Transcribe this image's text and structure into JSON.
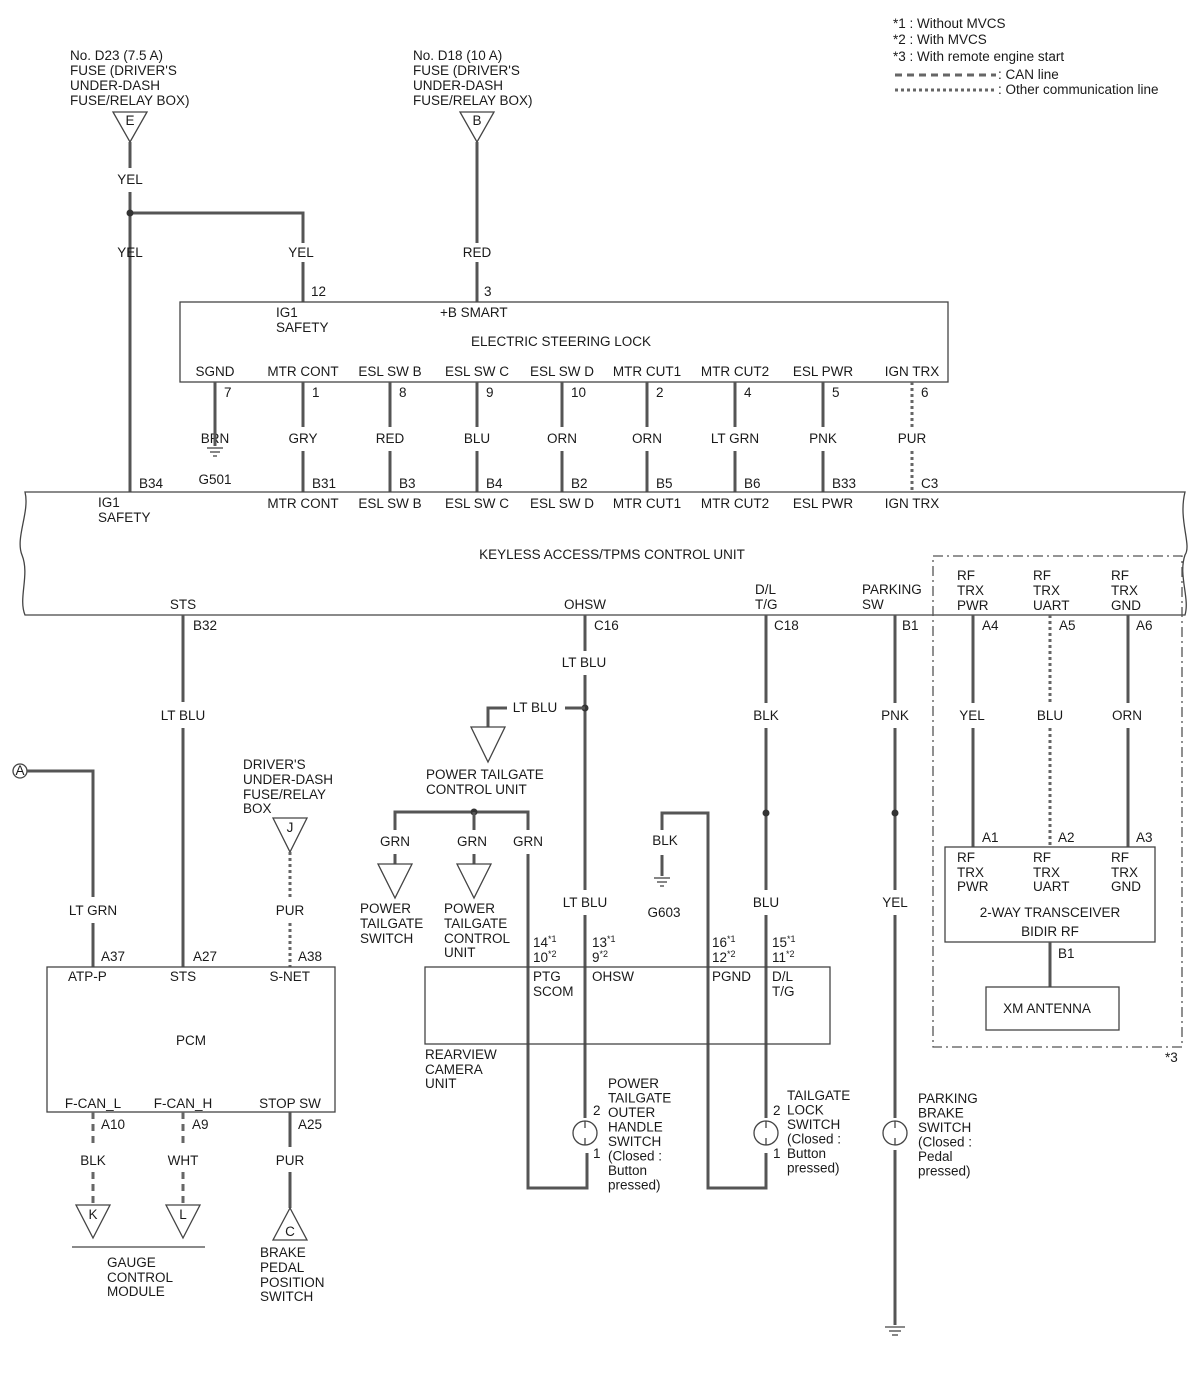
{
  "legend": {
    "note1": "*1 : Without MVCS",
    "note2": "*2 : With MVCS",
    "note3": "*3 : With remote engine start",
    "can_line": ": CAN line",
    "other_line": ": Other communication line"
  },
  "fuses": {
    "d23": [
      "No. D23 (7.5 A)",
      "FUSE (DRIVER'S",
      "UNDER-DASH",
      "FUSE/RELAY BOX)"
    ],
    "d23_conn": "E",
    "d18": [
      "No. D18 (10 A)",
      "FUSE (DRIVER'S",
      "UNDER-DASH",
      "FUSE/RELAY BOX)"
    ],
    "d18_conn": "B"
  },
  "esl": {
    "name": "ELECTRIC STEERING LOCK",
    "top_pins": [
      {
        "num": "12",
        "label": [
          "IG1",
          "SAFETY"
        ],
        "wire": "YEL"
      },
      {
        "num": "3",
        "label": [
          "+B SMART"
        ],
        "wire": "RED"
      }
    ],
    "pins": [
      {
        "label": "SGND",
        "num": "7",
        "wire": "BRN"
      },
      {
        "label": "MTR CONT",
        "num": "1",
        "wire": "GRY",
        "kpin": "B31"
      },
      {
        "label": "ESL SW B",
        "num": "8",
        "wire": "RED",
        "kpin": "B3"
      },
      {
        "label": "ESL SW C",
        "num": "9",
        "wire": "BLU",
        "kpin": "B4"
      },
      {
        "label": "ESL SW D",
        "num": "10",
        "wire": "ORN",
        "kpin": "B2"
      },
      {
        "label": "MTR CUT1",
        "num": "2",
        "wire": "ORN",
        "kpin": "B5"
      },
      {
        "label": "MTR CUT2",
        "num": "4",
        "wire": "LT GRN",
        "kpin": "B6"
      },
      {
        "label": "ESL PWR",
        "num": "5",
        "wire": "PNK",
        "kpin": "B33"
      },
      {
        "label": "IGN TRX",
        "num": "6",
        "wire": "PUR",
        "kpin": "C3"
      }
    ],
    "ground": "G501"
  },
  "yel_wire": "YEL",
  "keyless": {
    "name": "KEYLESS ACCESS/TPMS CONTROL UNIT",
    "ig1_pin": "B34",
    "ig1_label": [
      "IG1",
      "SAFETY"
    ],
    "top_labels": [
      "MTR CONT",
      "ESL SW B",
      "ESL SW C",
      "ESL SW D",
      "MTR CUT1",
      "MTR CUT2",
      "ESL PWR",
      "IGN TRX"
    ],
    "bottom": [
      {
        "label": [
          "STS"
        ],
        "pin": "B32",
        "wire": "LT BLU"
      },
      {
        "label": [
          "OHSW"
        ],
        "pin": "C16",
        "wire": "LT BLU"
      },
      {
        "label": [
          "D/L",
          "T/G"
        ],
        "pin": "C18",
        "wire": "BLK"
      },
      {
        "label": [
          "PARKING",
          "SW"
        ],
        "pin": "B1",
        "wire": "PNK"
      },
      {
        "label": [
          "RF",
          "TRX",
          "PWR"
        ],
        "pin": "A4",
        "wire": "YEL"
      },
      {
        "label": [
          "RF",
          "TRX",
          "UART"
        ],
        "pin": "A5",
        "wire": "BLU"
      },
      {
        "label": [
          "RF",
          "TRX",
          "GND"
        ],
        "pin": "A6",
        "wire": "ORN"
      }
    ]
  },
  "pcm": {
    "name": "PCM",
    "top": [
      {
        "label": "ATP-P",
        "pin": "A37",
        "wire": "LT GRN"
      },
      {
        "label": "STS",
        "pin": "A27",
        "wire": "LT BLU"
      },
      {
        "label": "S-NET",
        "pin": "A38",
        "wire": "PUR"
      }
    ],
    "bottom": [
      {
        "label": "F-CAN_L",
        "pin": "A10",
        "wire": "BLK",
        "conn": "K"
      },
      {
        "label": "F-CAN_H",
        "pin": "A9",
        "wire": "WHT",
        "conn": "L"
      },
      {
        "label": "STOP SW",
        "pin": "A25",
        "wire": "PUR",
        "conn": "C"
      }
    ],
    "a_conn": "A"
  },
  "driver_box": {
    "label": [
      "DRIVER'S",
      "UNDER-DASH",
      "FUSE/RELAY",
      "BOX"
    ],
    "conn": "J"
  },
  "gauge": [
    "GAUGE",
    "CONTROL",
    "MODULE"
  ],
  "brake_pedal": [
    "BRAKE",
    "PEDAL",
    "POSITION",
    "SWITCH"
  ],
  "ptcu": {
    "label": [
      "POWER TAILGATE",
      "CONTROL UNIT"
    ],
    "wire": "LT BLU",
    "grn": [
      "GRN",
      "GRN",
      "GRN"
    ],
    "switch_label": [
      "POWER",
      "TAILGATE",
      "SWITCH"
    ],
    "cu_label": [
      "POWER",
      "TAILGATE",
      "CONTROL",
      "UNIT"
    ]
  },
  "ohsw_wire2": "LT BLU",
  "blk_g603": {
    "wire": "BLK",
    "ground": "G603"
  },
  "dl_wire2": "BLU",
  "park_wire2": "YEL",
  "rvc": {
    "name": [
      "REARVIEW",
      "CAMERA",
      "UNIT"
    ],
    "pins": [
      {
        "n1": "14",
        "s1": "*1",
        "n2": "10",
        "s2": "*2",
        "label": [
          "PTG",
          "SCOM"
        ]
      },
      {
        "n1": "13",
        "s1": "*1",
        "n2": "9",
        "s2": "*2",
        "label": [
          "OHSW"
        ]
      },
      {
        "n1": "16",
        "s1": "*1",
        "n2": "12",
        "s2": "*2",
        "label": [
          "PGND"
        ]
      },
      {
        "n1": "15",
        "s1": "*1",
        "n2": "11",
        "s2": "*2",
        "label": [
          "D/L",
          "T/G"
        ]
      }
    ]
  },
  "switches": {
    "ptg_handle": [
      "POWER",
      "TAILGATE",
      "OUTER",
      "HANDLE",
      "SWITCH",
      "(Closed :",
      "Button",
      "pressed)"
    ],
    "tg_lock": [
      "TAILGATE",
      "LOCK",
      "SWITCH",
      "(Closed :",
      "Button",
      "pressed)"
    ],
    "park_brake": [
      "PARKING",
      "BRAKE",
      "SWITCH",
      "(Closed :",
      "Pedal",
      "pressed)"
    ],
    "pin2": "2",
    "pin1": "1"
  },
  "transceiver": {
    "labels": [
      [
        "RF",
        "TRX",
        "PWR"
      ],
      [
        "RF",
        "TRX",
        "UART"
      ],
      [
        "RF",
        "TRX",
        "GND"
      ]
    ],
    "pins": [
      "A1",
      "A2",
      "A3"
    ],
    "name": [
      "2-WAY TRANSCEIVER",
      "BIDIR RF"
    ],
    "b1": "B1",
    "antenna": "XM ANTENNA",
    "note": "*3"
  }
}
